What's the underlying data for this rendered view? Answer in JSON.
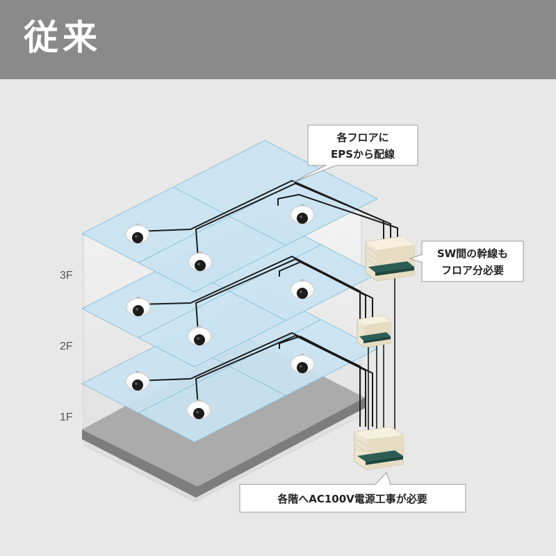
{
  "header": {
    "title": "従来"
  },
  "floors": [
    {
      "label": "3F"
    },
    {
      "label": "2F"
    },
    {
      "label": "1F"
    }
  ],
  "callouts": {
    "eps": [
      "各フロアに",
      "EPSから配線"
    ],
    "switch": [
      "SW間の幹線も",
      "フロア分必要"
    ],
    "power": [
      "各階へAC100V電源工事が必要"
    ]
  },
  "colors": {
    "header_bg": "#8a8a8a",
    "background": "#e8e8e8",
    "floor_fill": "#c9e3f2",
    "floor_stroke": "#8dc0da",
    "base_fill": "#a9a9a9",
    "switch_green": "#2b5d55"
  },
  "icons": [
    "dome-camera-icon",
    "network-switch-icon"
  ]
}
